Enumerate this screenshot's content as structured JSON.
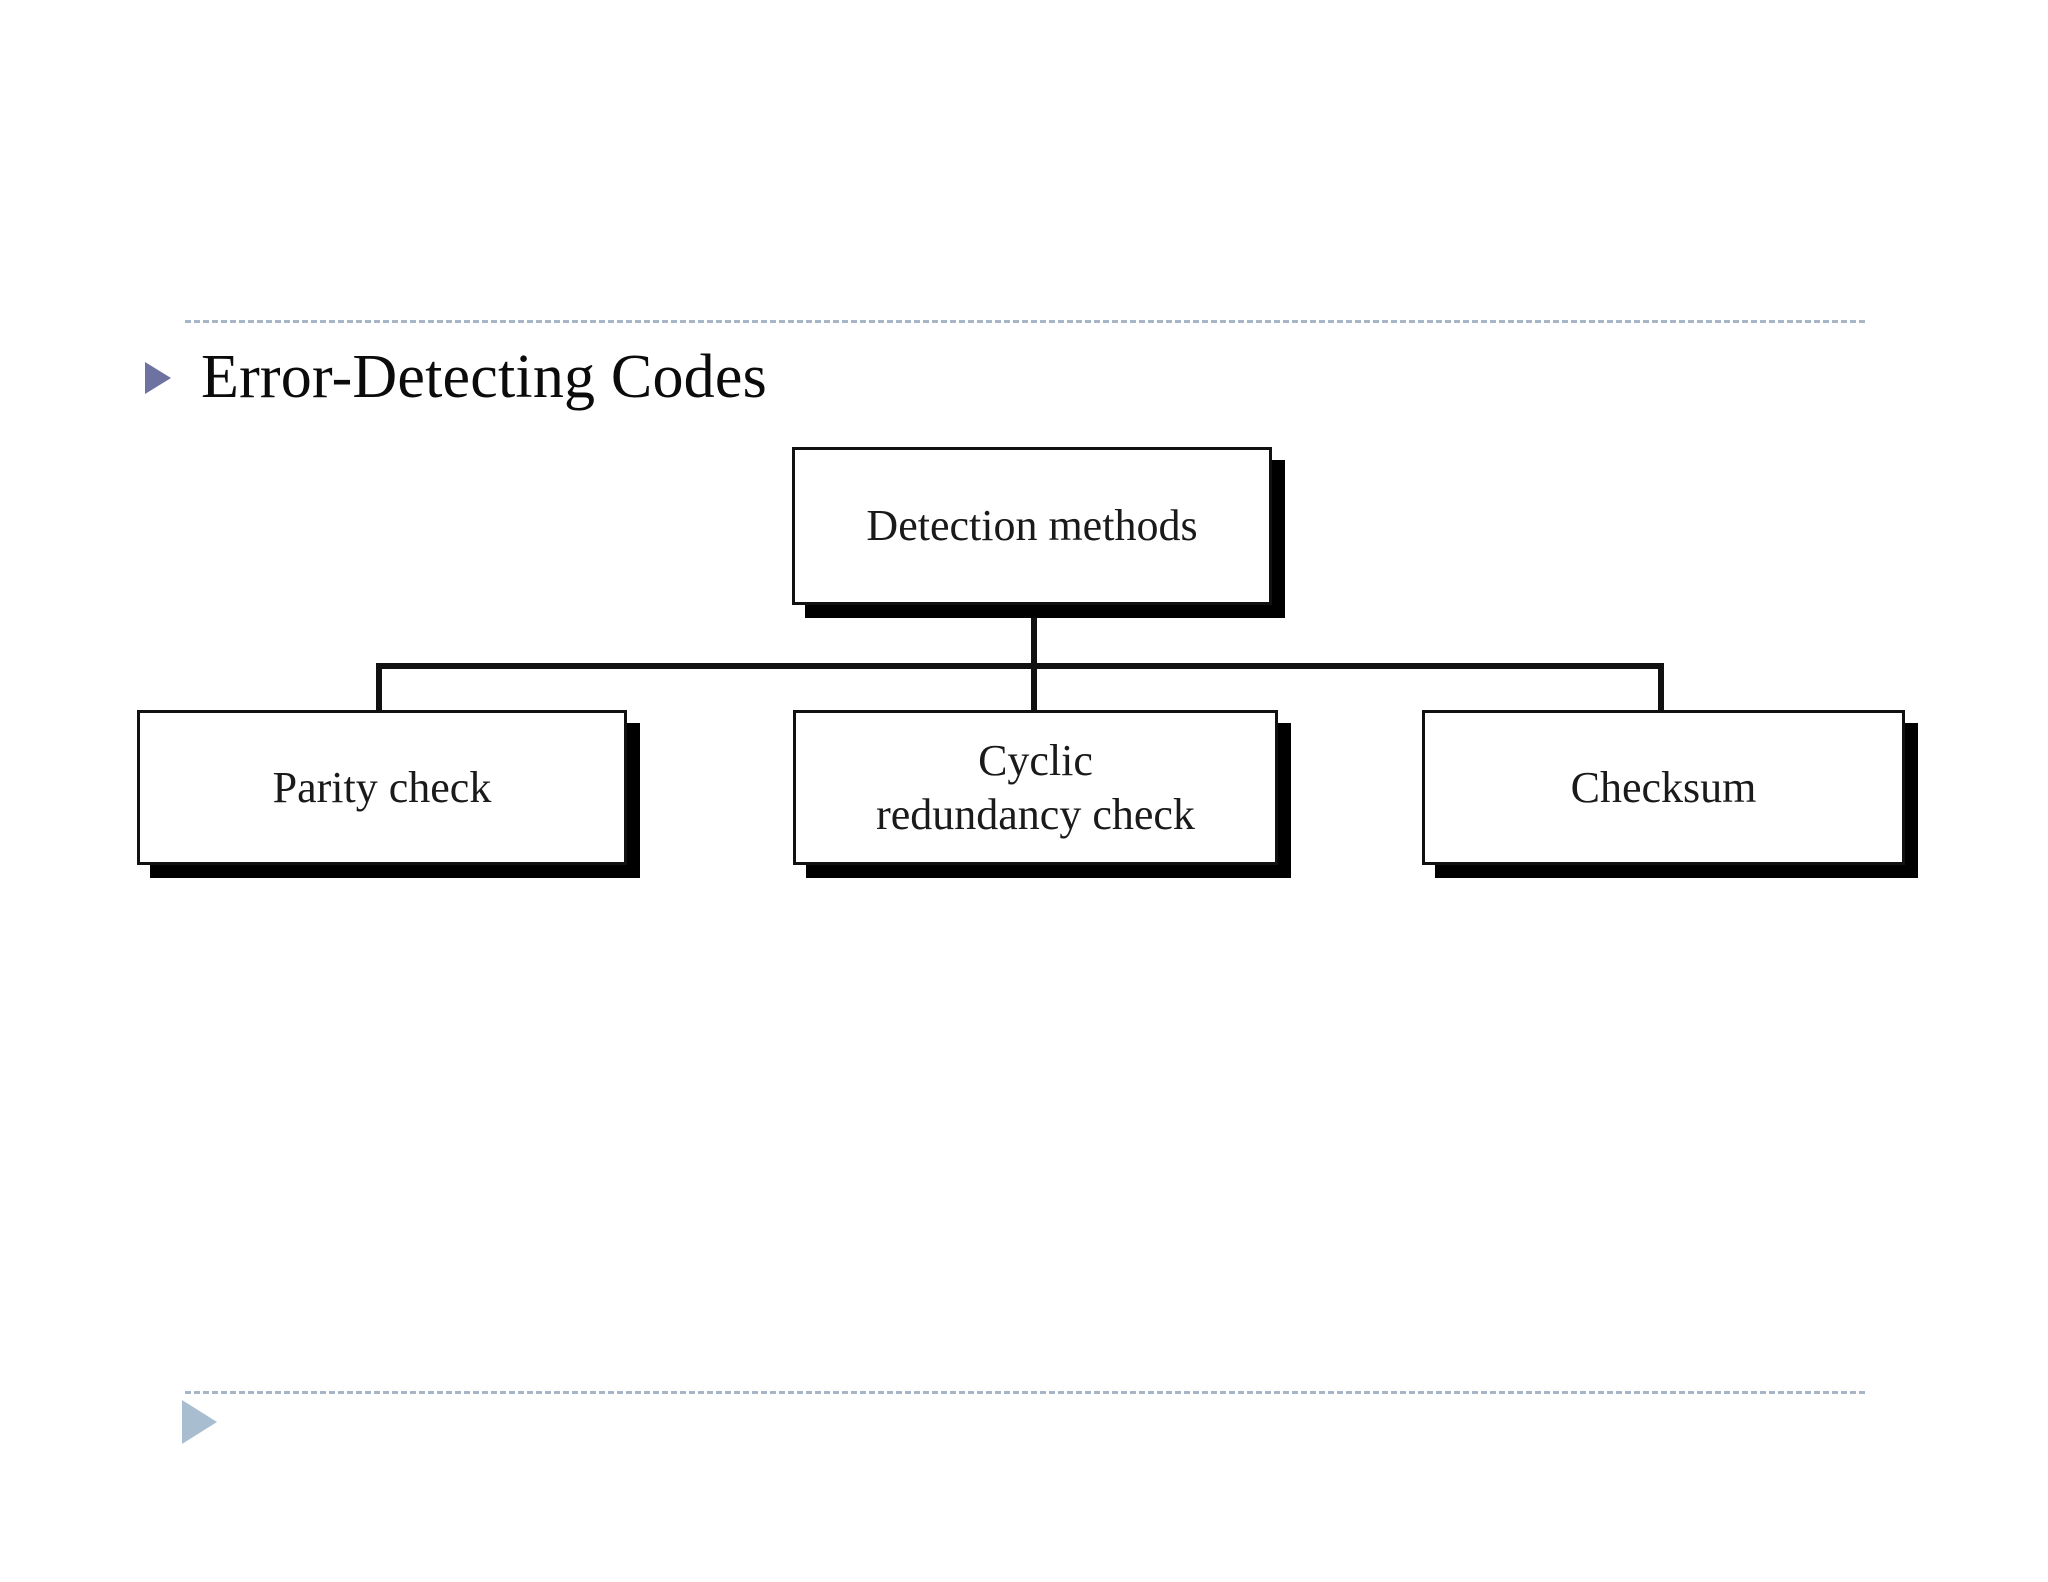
{
  "slide": {
    "heading": "Error-Detecting Codes",
    "heading_bullet_icon": "triangle-right-icon",
    "heading_bullet_color": "#6d72a0",
    "footer_bullet_icon": "triangle-right-icon",
    "footer_bullet_color": "#a8bdd0",
    "rule_color": "#a7b6c6",
    "background_color": "#ffffff"
  },
  "diagram": {
    "type": "tree",
    "node_border_color": "#111111",
    "node_fill_color": "#ffffff",
    "node_shadow_color": "#000000",
    "connector_color": "#111111",
    "root": {
      "label": "Detection methods"
    },
    "children": [
      {
        "label": "Parity check"
      },
      {
        "label": "Cyclic\nredundancy check",
        "line1": "Cyclic",
        "line2": "redundancy check"
      },
      {
        "label": "Checksum"
      }
    ]
  }
}
